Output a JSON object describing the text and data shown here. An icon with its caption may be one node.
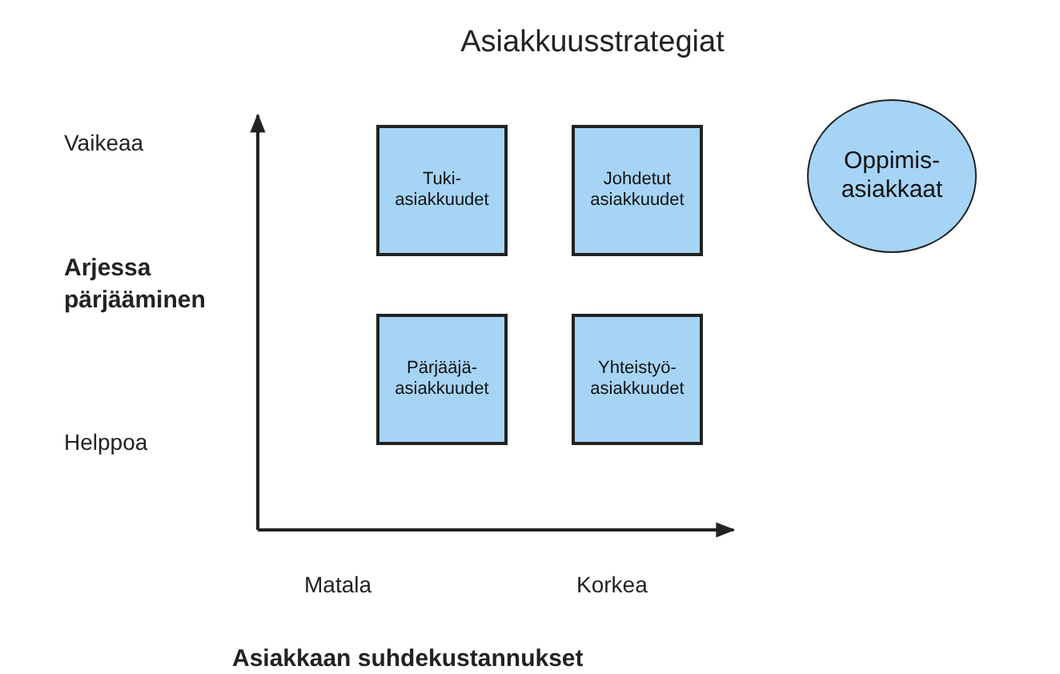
{
  "diagram": {
    "title": "Asiakkuusstrategiat",
    "nodes": [
      {
        "text": [
          "Tuki- asiakkuudet"
        ]
      },
      {
        "text": [
          "Johdetut asiakkuudet"
        ]
      },
      {
        "text": [
          "Pärjääjä- asiakkuudet"
        ]
      },
      {
        "text": [
          "Yhteistyö- asiakkuudet"
        ]
      },
      {
        "text": [
          "Oppimis- asiakkaat"
        ]
      }
    ],
    "edges": [],
    "labels": [
      "Vaikeaa",
      "Arjessa pärjääminen",
      "Helppoa",
      "Matala",
      "Korkea",
      "Asiakkaan suhdekustannukset"
    ]
  }
}
